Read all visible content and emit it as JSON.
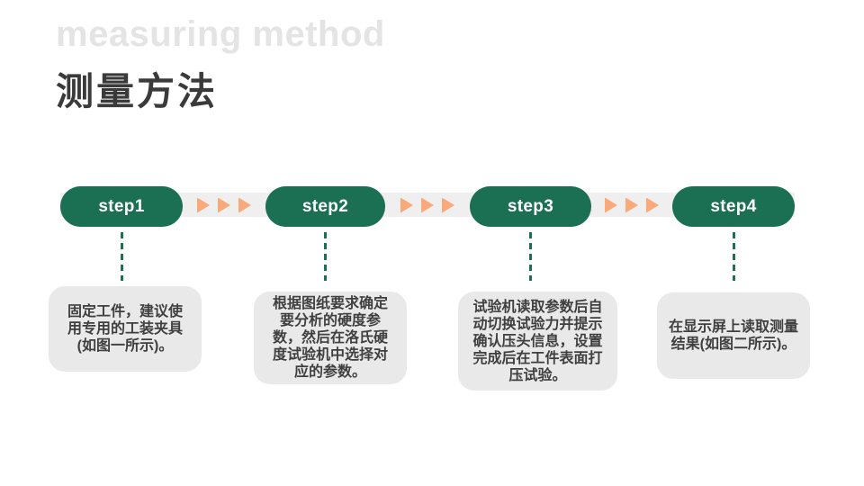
{
  "slide": {
    "subtitle_en": "measuring method",
    "title_zh": "测量方法",
    "colors": {
      "step_green": "#1b7053",
      "arrow_orange": "#f9a97a",
      "track_gray": "#efefef",
      "note_gray": "#e9e9e9",
      "subtitle_light_gray": "#e4e4e4",
      "text_dark": "#3a3a3a"
    },
    "steps": [
      {
        "label": "step1",
        "description": "固定工件，建议使\n用专用的工装夹具\n(如图一所示)。"
      },
      {
        "label": "step2",
        "description": "根据图纸要求确定\n要分析的硬度参\n数，然后在洛氏硬\n度试验机中选择对\n应的参数。"
      },
      {
        "label": "step3",
        "description": "试验机读取参数后自\n动切换试验力并提示\n确认压头信息，设置\n完成后在工件表面打\n压试验。"
      },
      {
        "label": "step4",
        "description": "在显示屏上读取测量\n结果(如图二所示)。"
      }
    ]
  }
}
